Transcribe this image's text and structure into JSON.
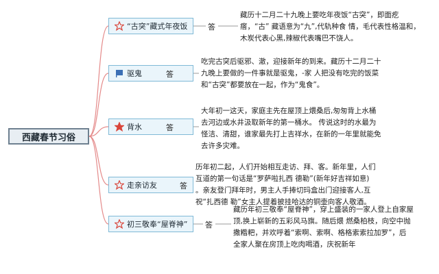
{
  "root": {
    "label": "西藏春节习俗"
  },
  "branches": [
    {
      "label": "“古突”藏式年夜饭",
      "icon": "star-outline-icon",
      "answer": "答",
      "lines": [
        "藏历十二月二十九晚上要吃年夜饭“古突”，即面疙",
        "瘩，“古” 藏语意为“九”,代轨种食 情，毛代表性格温和，",
        "木炭代表心黑,辣椒代表嘴巴不饶人。"
      ]
    },
    {
      "label": "驱鬼",
      "icon": "flag-icon",
      "answer": "答",
      "lines": [
        "吃完古突后驱邪、澈，迎接新年的到来。藏历十二月二十",
        "九晚上要做的一件事就是驱鬼，-家 人把没有吃完的饭菜",
        "和“古突”都要放在一起，作为“鬼食”。"
      ]
    },
    {
      "label": "背水",
      "icon": "star-filled-icon",
      "answer": "答",
      "lines": [
        "大年初一这天，家庭主先在屋顶上煨桑后,匆匆背上水桶",
        "去河边或水井汲取新年的第一桶水。 传说这时的水最为",
        "怪洁、清甜，谁家最先打上吉祥水，在新的一年里就能免",
        "去许多灾难。"
      ]
    },
    {
      "label": "走亲访友",
      "icon": "star-outline-icon",
      "answer": "答",
      "lines": [
        "历年初二起，人们开始相互走访、拜、客。新年里，人们",
        "互道的第一句话是“罗萨啦扎西 德勒”(新年好吉祥如意)",
        "。亲友登门拜年时，男主人手捧切玛盒出门迎接客人,互",
        "祝“扎西德 勒”女主人提着披挂哈达的铜壶向客人敬酒。"
      ]
    },
    {
      "label": "初三敬奉“屋脊神”",
      "icon": "star-outline-icon",
      "answer": "答",
      "lines": [
        "藏历年初三敬奉“屋脊神”，穿上盛装的一家人登上自家屋",
        "顶,换上崭新的五彩风马旗。随后煨 燃桑柏枝，向空中抛",
        "撒糌粑，并欢呼着“索啊、索啊、格格索索拉加罗”，后",
        "全家人聚在房顶上吃肉喝酒，庆祝新年"
      ]
    }
  ],
  "colors": {
    "connector": "#e48a8a",
    "topic_border": "#7fb9d6",
    "topic_fill": "#eaf5fb",
    "root_border": "#6e8090",
    "star": "#d9463b",
    "flag": "#3b6fb5"
  }
}
